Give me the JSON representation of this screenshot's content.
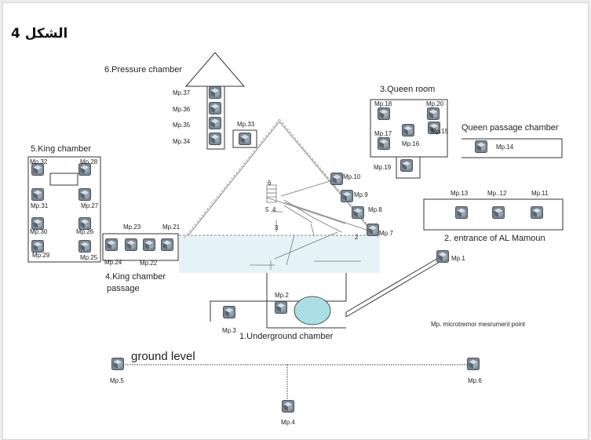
{
  "figure_title": "الشكل 4",
  "sections": {
    "pressure": "6.Pressure chamber",
    "king": "5.King chamber",
    "queen": "3.Queen room",
    "queen_passage": "Queen passage chamber",
    "mamoun": "2. entrance of AL Mamoun",
    "king_passage_1": "4.King chamber",
    "king_passage_2": "passage",
    "underground": "1.Underground chamber",
    "ground": "ground level",
    "legend": "Mp. microtremor mesrument point"
  },
  "pyramid_marks": {
    "m6": "6",
    "m5": "5",
    "m4": "4",
    "m3": "3",
    "m2": "2"
  },
  "points": [
    {
      "key": "mp1",
      "label": "Mp.1"
    },
    {
      "key": "mp2",
      "label": "Mp.2"
    },
    {
      "key": "mp3",
      "label": "Mp.3"
    },
    {
      "key": "mp4",
      "label": "Mp.4"
    },
    {
      "key": "mp5",
      "label": "Mp.5"
    },
    {
      "key": "mp6",
      "label": "Mp.6"
    },
    {
      "key": "mp7",
      "label": "Mp.7"
    },
    {
      "key": "mp8",
      "label": "Mp.8"
    },
    {
      "key": "mp9",
      "label": "Mp.9"
    },
    {
      "key": "mp10",
      "label": "Mp.10"
    },
    {
      "key": "mp11",
      "label": "Mp.11"
    },
    {
      "key": "mp12",
      "label": "Mp..12"
    },
    {
      "key": "mp13",
      "label": "Mp.13"
    },
    {
      "key": "mp14",
      "label": "Mp.14"
    },
    {
      "key": "mp15",
      "label": "Mp.15"
    },
    {
      "key": "mp16",
      "label": "Mp.16"
    },
    {
      "key": "mp17",
      "label": "Mp.17"
    },
    {
      "key": "mp18",
      "label": "Mp.18"
    },
    {
      "key": "mp19",
      "label": "Mp.19"
    },
    {
      "key": "mp20",
      "label": "Mp.20"
    },
    {
      "key": "mp21",
      "label": "Mp.21"
    },
    {
      "key": "mp22",
      "label": "Mp.22"
    },
    {
      "key": "mp23",
      "label": "Mp.23"
    },
    {
      "key": "mp24",
      "label": "Mp.24"
    },
    {
      "key": "mp25",
      "label": "Mp.25"
    },
    {
      "key": "mp26",
      "label": "Mp.26"
    },
    {
      "key": "mp27",
      "label": "Mp.27"
    },
    {
      "key": "mp28",
      "label": "Mp.28"
    },
    {
      "key": "mp29",
      "label": "Mp.29"
    },
    {
      "key": "mp30",
      "label": "Mp.30"
    },
    {
      "key": "mp31",
      "label": "Mp.31"
    },
    {
      "key": "mp32",
      "label": "Mp.32"
    },
    {
      "key": "mp33",
      "label": "Mp.33"
    },
    {
      "key": "mp34",
      "label": "Mp.34"
    },
    {
      "key": "mp35",
      "label": "Mp.35"
    },
    {
      "key": "mp36",
      "label": "Mp.36"
    },
    {
      "key": "mp37",
      "label": "Mp.37"
    }
  ],
  "colors": {
    "ground_fill": "#e6f3f6",
    "chamber_ellipse": "#a9dfe5",
    "sensor": "#6d7a86"
  }
}
